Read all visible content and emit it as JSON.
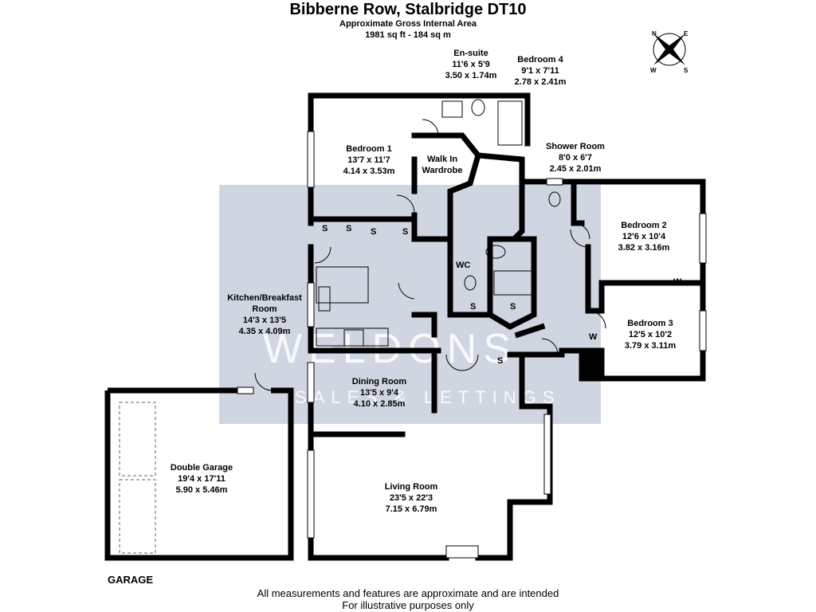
{
  "header": {
    "title": "Bibberne Row, Stalbridge DT10",
    "subtitle": "Approximate Gross Internal Area",
    "area": "1981 sq ft - 184 sq m"
  },
  "watermark": {
    "brand": "WELDONS",
    "tagline": "SALES & LETTINGS"
  },
  "rooms": {
    "ensuite": {
      "name": "En-suite",
      "imperial": "11'6 x 5'9",
      "metric": "3.50 x 1.74m"
    },
    "bedroom4": {
      "name": "Bedroom 4",
      "imperial": "9'1 x 7'11",
      "metric": "2.78 x 2.41m"
    },
    "bedroom1": {
      "name": "Bedroom 1",
      "imperial": "13'7 x 11'7",
      "metric": "4.14 x 3.53m"
    },
    "walkin": {
      "line1": "Walk In",
      "line2": "Wardrobe"
    },
    "shower": {
      "name": "Shower Room",
      "imperial": "8'0 x 6'7",
      "metric": "2.45 x 2.01m"
    },
    "bedroom2": {
      "name": "Bedroom 2",
      "imperial": "12'6 x 10'4",
      "metric": "3.82 x 3.16m"
    },
    "bedroom3": {
      "name": "Bedroom 3",
      "imperial": "12'5 x 10'2",
      "metric": "3.79 x 3.11m"
    },
    "kitchen": {
      "line1": "Kitchen/Breakfast",
      "line2": "Room",
      "imperial": "14'3 x 13'5",
      "metric": "4.35 x 4.09m"
    },
    "dining": {
      "name": "Dining Room",
      "imperial": "13'5 x 9'4",
      "metric": "4.10 x 2.85m"
    },
    "living": {
      "name": "Living Room",
      "imperial": "23'5 x 22'3",
      "metric": "7.15 x 6.79m"
    },
    "garage": {
      "name": "Double Garage",
      "imperial": "19'4 x 17'11",
      "metric": "5.90 x 5.46m"
    }
  },
  "small_labels": {
    "storage": "S",
    "wardrobe": "W",
    "wc": "WC"
  },
  "garage_tag": "GARAGE",
  "footer": {
    "line1": "All measurements and features are approximate and are intended",
    "line2": "For illustrative purposes only"
  },
  "compass": {
    "n": "N",
    "s": "S",
    "e": "E",
    "w": "W"
  }
}
